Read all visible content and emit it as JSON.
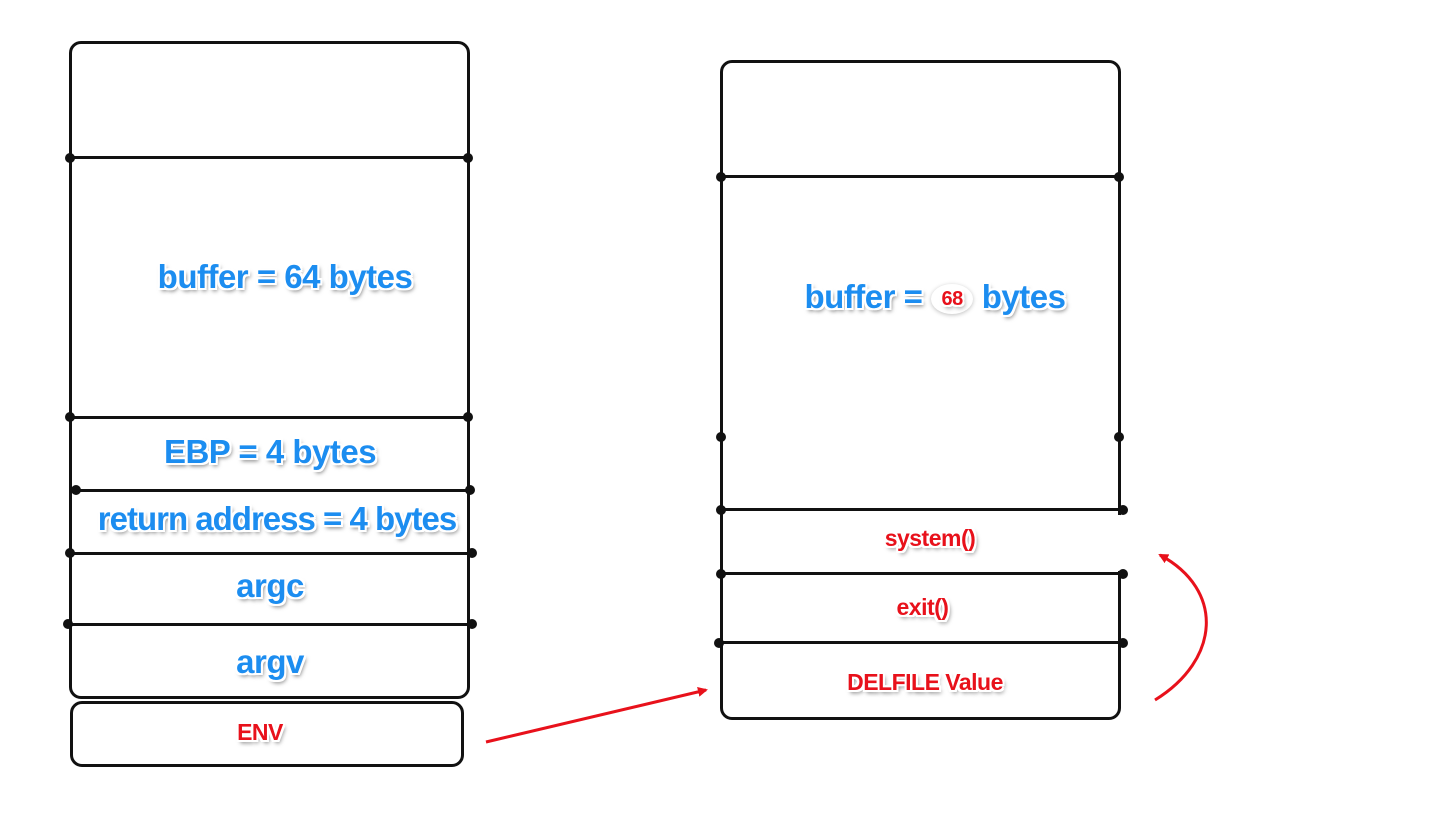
{
  "left_stack": {
    "buffer_label": "buffer = 64 bytes",
    "ebp_label": "EBP = 4 bytes",
    "return_address_label": "return address = 4 bytes",
    "argc_label": "argc",
    "argv_label": "argv",
    "env_label": "ENV"
  },
  "right_stack": {
    "buffer_prefix": "buffer = ",
    "buffer_size": "68",
    "buffer_suffix": " bytes",
    "system_label": "system()",
    "exit_label": "exit()",
    "delfile_label": "DELFILE Value"
  },
  "colors": {
    "blue_text": "#1c8df0",
    "red_text": "#e8111b",
    "arrow": "#e8111b",
    "outline": "#111111"
  }
}
